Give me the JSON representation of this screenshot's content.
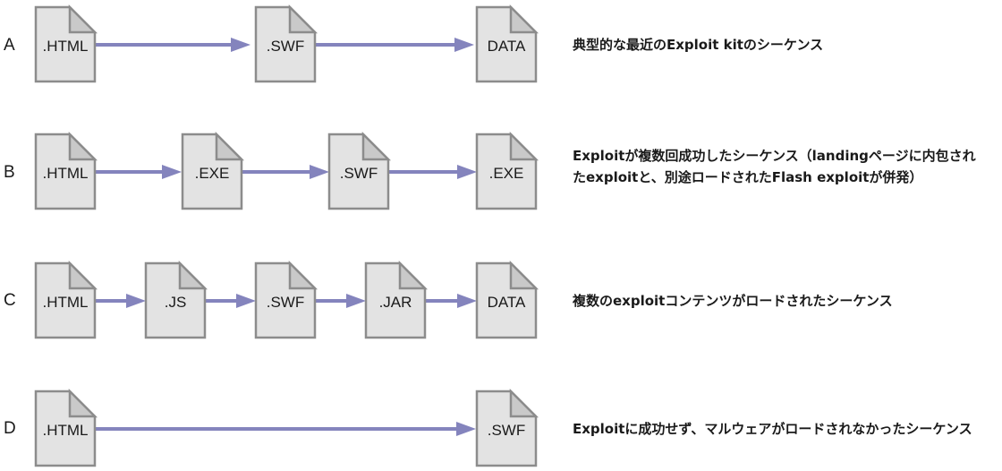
{
  "rows": [
    {
      "letter": "A",
      "files": [
        ".HTML",
        ".SWF",
        "DATA"
      ],
      "description": [
        "典型的な最近のExploit kitのシーケンス"
      ]
    },
    {
      "letter": "B",
      "files": [
        ".HTML",
        ".EXE",
        ".SWF",
        ".EXE"
      ],
      "description": [
        "Exploitが複数回成功したシーケンス（landingページに内包され",
        "たexploitと、別途ロードされたFlash exploitが併発）"
      ]
    },
    {
      "letter": "C",
      "files": [
        ".HTML",
        ".JS",
        ".SWF",
        ".JAR",
        "DATA"
      ],
      "description": [
        "複数のexploitコンテンツがロードされたシーケンス"
      ]
    },
    {
      "letter": "D",
      "files": [
        ".HTML",
        ".SWF"
      ],
      "description": [
        "Exploitに成功せず、マルウェアがロードされなかったシーケンス"
      ]
    }
  ],
  "colors": {
    "arrow": "#8484bd",
    "file_fill": "#e3e3e3",
    "file_stroke": "#8c8c8c"
  }
}
